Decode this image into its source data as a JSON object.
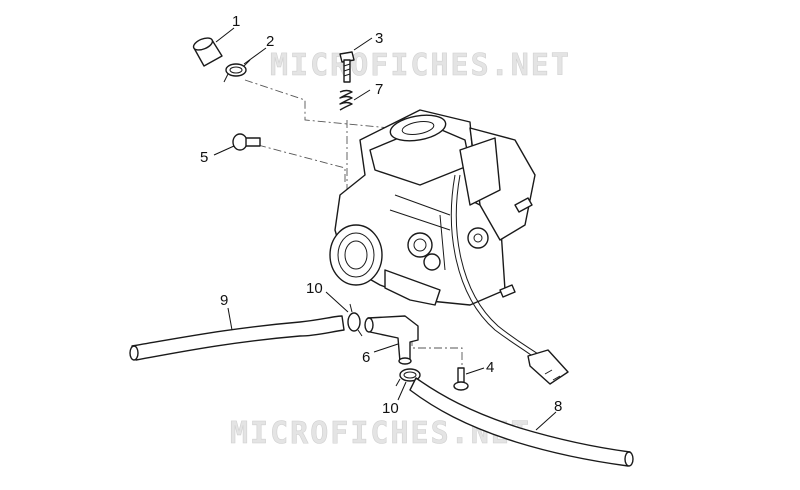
{
  "watermarks": [
    "MICROFICHES.NET",
    "MICROFICHES.NET"
  ],
  "callouts": [
    "1",
    "2",
    "3",
    "7",
    "5",
    "10",
    "9",
    "6",
    "4",
    "10",
    "8"
  ],
  "colors": {
    "line": "#1a1a1a",
    "watermark": "#e4e4e4",
    "background": "#ffffff"
  }
}
